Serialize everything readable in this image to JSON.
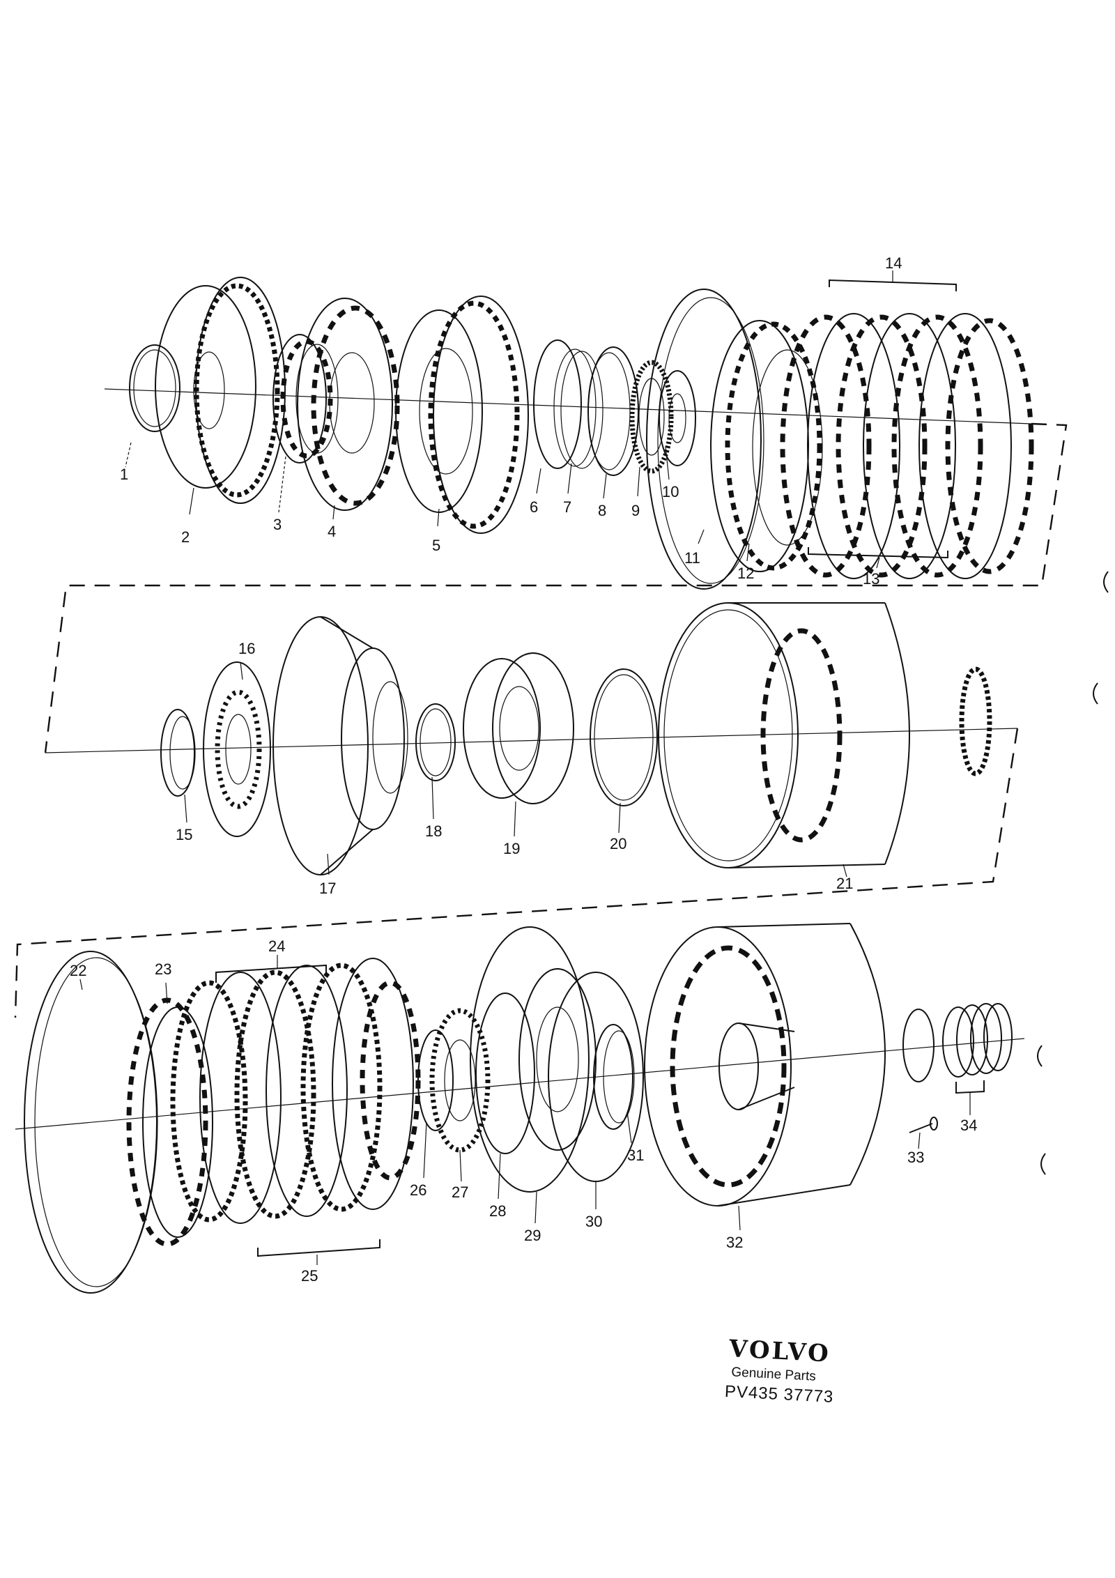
{
  "parts": {
    "p1": "1",
    "p2": "2",
    "p3": "3",
    "p4": "4",
    "p5": "5",
    "p6": "6",
    "p7": "7",
    "p8": "8",
    "p9": "9",
    "p10": "10",
    "p11": "11",
    "p12": "12",
    "p13": "13",
    "p14": "14",
    "p15": "15",
    "p16": "16",
    "p17": "17",
    "p18": "18",
    "p19": "19",
    "p20": "20",
    "p21": "21",
    "p22": "22",
    "p23": "23",
    "p24": "24",
    "p25": "25",
    "p26": "26",
    "p27": "27",
    "p28": "28",
    "p29": "29",
    "p30": "30",
    "p31": "31",
    "p32": "32",
    "p33": "33",
    "p34": "34"
  },
  "branding": {
    "logo": "VOLVO",
    "subtitle": "Genuine Parts",
    "code": "PV435 37773"
  }
}
